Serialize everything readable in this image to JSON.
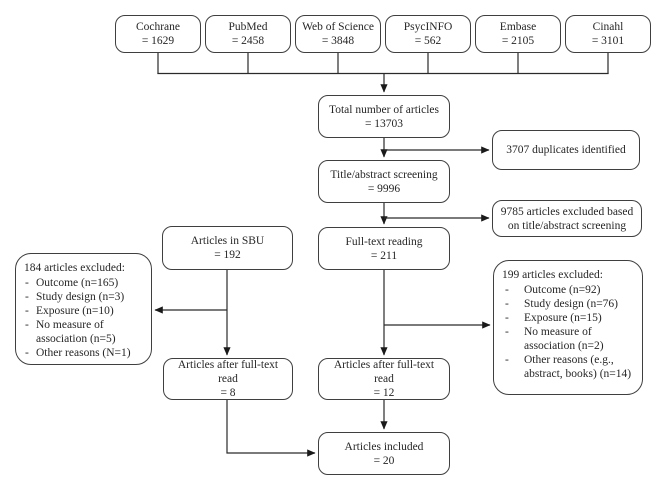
{
  "sources": [
    {
      "label": "Cochrane",
      "value": "= 1629"
    },
    {
      "label": "PubMed",
      "value": "= 2458"
    },
    {
      "label": "Web of Science",
      "value": "= 3848"
    },
    {
      "label": "PsycINFO",
      "value": "= 562"
    },
    {
      "label": "Embase",
      "value": "= 2105"
    },
    {
      "label": "Cinahl",
      "value": "= 3101"
    }
  ],
  "nodes": {
    "total": {
      "title": "Total number of articles",
      "value": "= 13703"
    },
    "duplicates": {
      "title": "3707 duplicates identified"
    },
    "screening": {
      "title": "Title/abstract screening",
      "value": "= 9996"
    },
    "screening_excluded": {
      "title": "9785 articles excluded based on title/abstract screening"
    },
    "sbu": {
      "title": "Articles in SBU",
      "value": "= 192"
    },
    "fulltext": {
      "title": "Full-text reading",
      "value": "= 211"
    },
    "sbu_excluded": {
      "title": "184 articles excluded:",
      "items": [
        "Outcome (n=165)",
        "Study design (n=3)",
        "Exposure (n=10)",
        "No measure of association (n=5)",
        "Other reasons (N=1)"
      ]
    },
    "fulltext_excluded": {
      "title": "199 articles excluded:",
      "items": [
        "Outcome (n=92)",
        "Study design (n=76)",
        "Exposure (n=15)",
        "No measure of association (n=2)",
        "Other reasons (e.g., abstract, books) (n=14)"
      ]
    },
    "sbu_after": {
      "title": "Articles after full-text read",
      "value": "= 8"
    },
    "fulltext_after": {
      "title": "Articles after full-text read",
      "value": "= 12"
    },
    "included": {
      "title": "Articles included",
      "value": "= 20"
    }
  },
  "colors": {
    "box_border": "#3f3f3f",
    "line": "#2a2a2a",
    "text": "#262626"
  }
}
